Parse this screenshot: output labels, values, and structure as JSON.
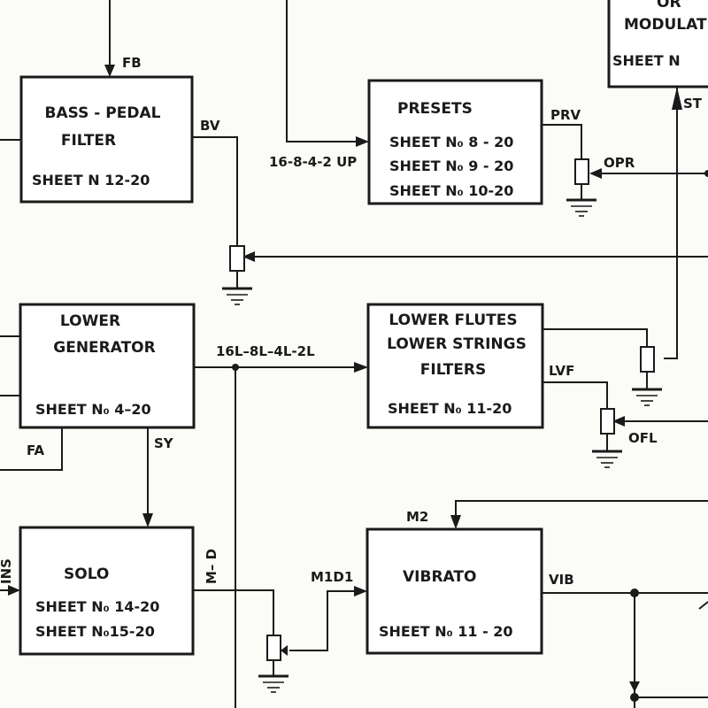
{
  "blocks": {
    "modulator": {
      "title_line1": "OR",
      "title_line2": "MODULAT",
      "sheet": "SHEET  N"
    },
    "bass_pedal": {
      "title_line1": "BASS - PEDAL",
      "title_line2": "FILTER",
      "sheet": "SHEET  N 12-20"
    },
    "presets": {
      "title": "PRESETS",
      "sheet1": "SHEET N₀ 8  - 20",
      "sheet2": "SHEET N₀ 9 - 20",
      "sheet3": "SHEET N₀ 10-20"
    },
    "lower_generator": {
      "title_line1": "LOWER",
      "title_line2": "GENERATOR",
      "sheet": "SHEET N₀ 4–20"
    },
    "lower_flutes": {
      "title_line1": "LOWER FLUTES",
      "title_line2": "LOWER STRINGS",
      "title_line3": "FILTERS",
      "sheet": "SHEET N₀ 11-20"
    },
    "solo": {
      "title": "SOLO",
      "sheet1": "SHEET  N₀ 14-20",
      "sheet2": "SHEET  N₀15-20"
    },
    "vibrato": {
      "title": "VIBRATO",
      "sheet": "SHEET N₀ 11  - 20"
    }
  },
  "signals": {
    "fb": "FB",
    "bv": "BV",
    "prv": "PRV",
    "opr": "OPR",
    "st": "ST",
    "up": "16-8-4-2 UP",
    "lower_bus": "16L–8L–4L-2L",
    "lvf": "LVF",
    "ofl": "OFL",
    "fa": "FA",
    "sy": "SY",
    "m2": "M2",
    "md": "M– D",
    "m1d1": "M1D1",
    "vib": "VIB",
    "ins": "INS"
  }
}
